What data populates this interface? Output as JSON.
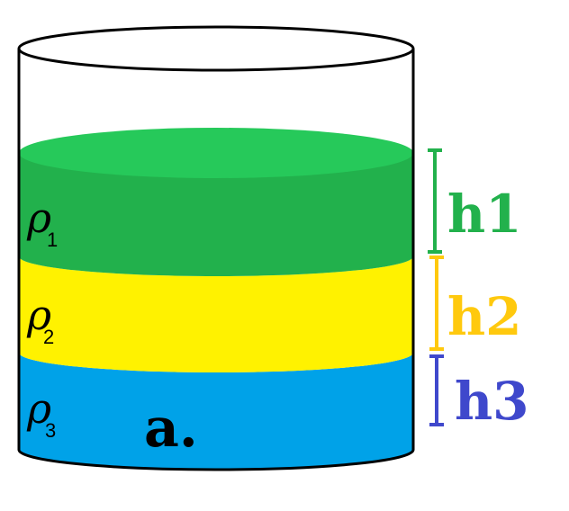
{
  "layers": [
    {
      "symbol": "ρ",
      "subscript": "1",
      "height_label": "h1",
      "fill": "#22b14c",
      "top_fill": "#26c95a",
      "label_color": "#22b14c"
    },
    {
      "symbol": "ρ",
      "subscript": "2",
      "height_label": "h2",
      "fill": "#fff200",
      "label_color": "#ffc90e"
    },
    {
      "symbol": "ρ",
      "subscript": "3",
      "height_label": "h3",
      "fill": "#00a2e8",
      "label_color": "#3f48cc"
    }
  ],
  "figure_label": "a."
}
